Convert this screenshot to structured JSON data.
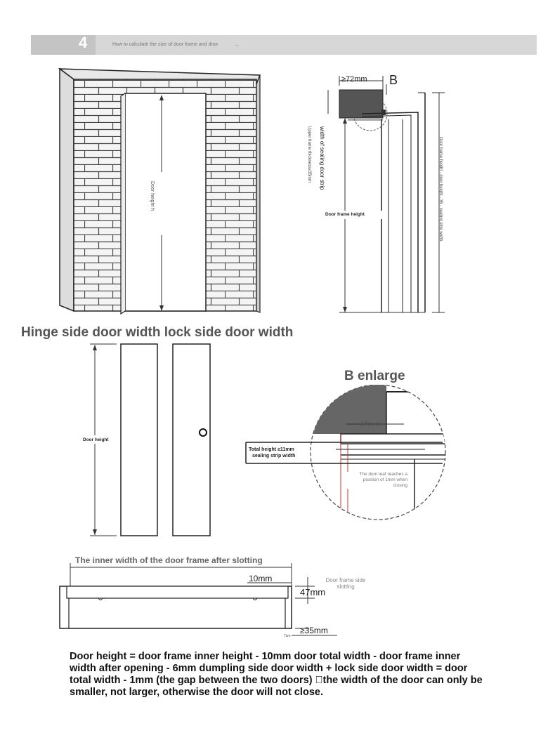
{
  "header": {
    "number": "4",
    "title": "How to calculate the size of door frame and door",
    "arrow": "→"
  },
  "fig1": {
    "door_height_label": "Door height h"
  },
  "fig2": {
    "dim_72": "≥72mm",
    "label_b": "B",
    "sealing_strip": "width of sealing door strip",
    "upper_frame": "Upper frame thickness≥35mm",
    "frame_height": "Door frame height",
    "right_label": "Door frame height - door height - 35 - sealing strip width"
  },
  "hinge_title": "Hinge side door width lock side door width",
  "fig3": {
    "door_height_label": "Door height"
  },
  "enlarge": {
    "title": "B enlarge",
    "dim_47": "47mm",
    "total_height": "Total height ≥11mm",
    "sealing_strip": "sealing strip width",
    "note_line1": "The door leaf reaches a",
    "note_line2": "position of 1mm when",
    "note_line3": "closing"
  },
  "slot": {
    "title": "The inner width of the door frame after slotting",
    "dim_10": "10mm",
    "dim_47": "47mm",
    "side_label_1": "Door frame side",
    "side_label_2": "slotting",
    "dim_35": "≥35mm",
    "small_label": "7cm"
  },
  "formula": "Door height = door frame inner height - 10mm door total width - door frame inner width after opening - 6mm dumpling side door width + lock side door width = door total width - 1mm (the gap between the two doors) \u0000the width of the door can only be smaller, not larger, otherwise the door will not close."
}
